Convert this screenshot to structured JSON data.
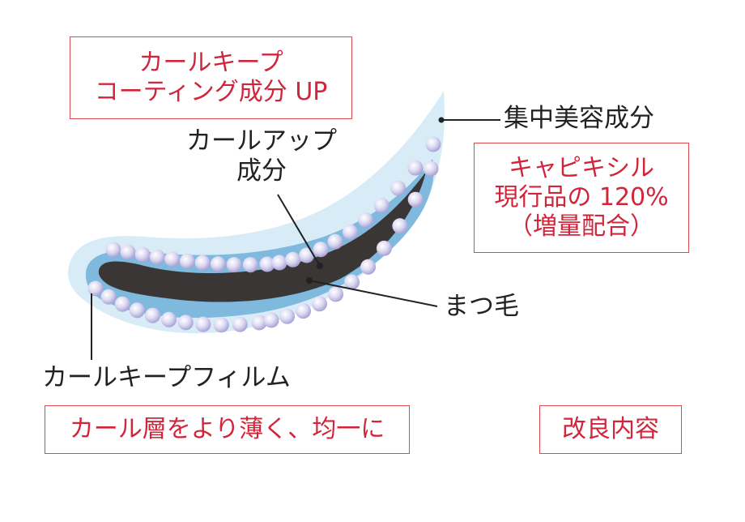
{
  "colors": {
    "accent_red": "#d0263b",
    "box_border": "#d9494d",
    "label_text": "#222222",
    "lash": "#3a3636",
    "film": "#7fb9de",
    "serum": "#d8ecf8",
    "bead": "#c9c6ea"
  },
  "boxes": {
    "curl_keep_up": {
      "line1": "カールキープ",
      "line2": "コーティング成分 UP"
    },
    "capixyl": {
      "line1": "キャピキシル",
      "line2": "現行品の 120%",
      "line3": "（増量配合）"
    },
    "thinner_layer": {
      "text": "カール層をより薄く、均一に"
    },
    "improvements": {
      "text": "改良内容"
    }
  },
  "labels": {
    "curl_up_ingredient": {
      "line1": "カールアップ",
      "line2": "成分"
    },
    "concentrated_beauty": "集中美容成分",
    "eyelash": "まつ毛",
    "curl_keep_film": "カールキープフィルム"
  }
}
